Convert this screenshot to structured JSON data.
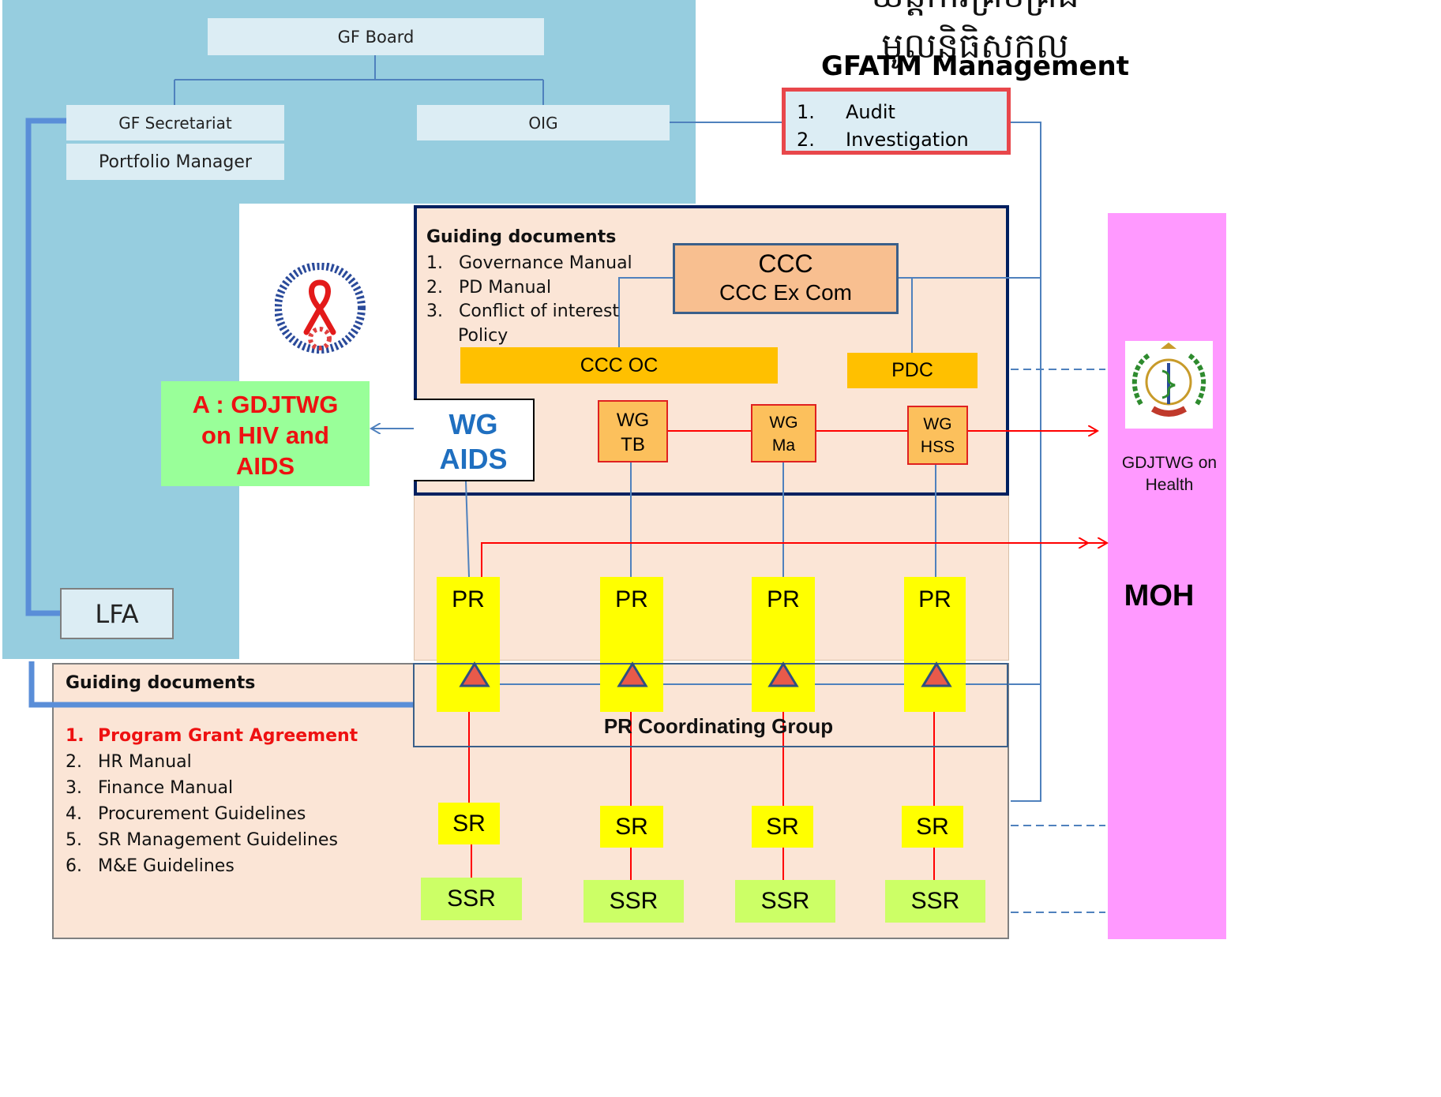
{
  "title": {
    "khmer": "យន្តការគ្រប់គ្រងមូលនិធិសកល",
    "english": "GFATM Management"
  },
  "gf": {
    "board": "GF Board",
    "secretariat": "GF Secretariat",
    "portfolio_manager": "Portfolio Manager",
    "oig": "OIG",
    "lfa": "LFA"
  },
  "audit_box": {
    "items": [
      {
        "n": "1.",
        "label": "Audit"
      },
      {
        "n": "2.",
        "label": "Investigation"
      }
    ]
  },
  "ccm_panel": {
    "guiding_title": "Guiding documents",
    "docs": [
      {
        "n": "1.",
        "label": "Governance Manual"
      },
      {
        "n": "2.",
        "label": "PD Manual"
      },
      {
        "n": "3.",
        "label": "Conflict of interest"
      },
      {
        "n": "",
        "label": "Policy"
      }
    ],
    "ccc_title": "CCC",
    "ccc_sub": "CCC Ex Com",
    "ccc_oc": "CCC OC",
    "pdc": "PDC",
    "wg_aids_1": "WG",
    "wg_aids_2": "AIDS",
    "wg_tb_1": "WG",
    "wg_tb_2": "TB",
    "wg_ma_1": "WG",
    "wg_ma_2": "Ma",
    "wg_hss_1": "WG",
    "wg_hss_2": "HSS"
  },
  "gdjtwg_hiv": {
    "line1": "A : GDJTWG",
    "line2": "on HIV and",
    "line3": "AIDS"
  },
  "moh": {
    "label": "MOH",
    "gdjtwg_1": "GDJTWG on",
    "gdjtwg_2": "Health"
  },
  "implementation": {
    "guiding_title": "Guiding documents",
    "docs": [
      {
        "n": "1.",
        "label": "Program Grant Agreement",
        "highlight": true
      },
      {
        "n": "2.",
        "label": "HR Manual"
      },
      {
        "n": "3.",
        "label": "Finance Manual"
      },
      {
        "n": "4.",
        "label": "Procurement Guidelines"
      },
      {
        "n": "5.",
        "label": "SR Management Guidelines"
      },
      {
        "n": "6.",
        "label": "M&E Guidelines"
      }
    ],
    "pr_label": "PR",
    "sr_label": "SR",
    "ssr_label": "SSR",
    "pr_group": "PR Coordinating Group"
  },
  "colors": {
    "gf_bg": "#96cddf",
    "peach": "#fbe5d6",
    "ccc_fill": "#f8bf90",
    "orange": "#ffc000",
    "wg_fill": "#fcc05c",
    "green": "#99ff99",
    "ssr_green": "#ccff66",
    "magenta": "#ff99ff",
    "yellow": "#ffff00",
    "red": "#ff0000",
    "blue_line": "#4f81bd",
    "navy": "#002060"
  }
}
